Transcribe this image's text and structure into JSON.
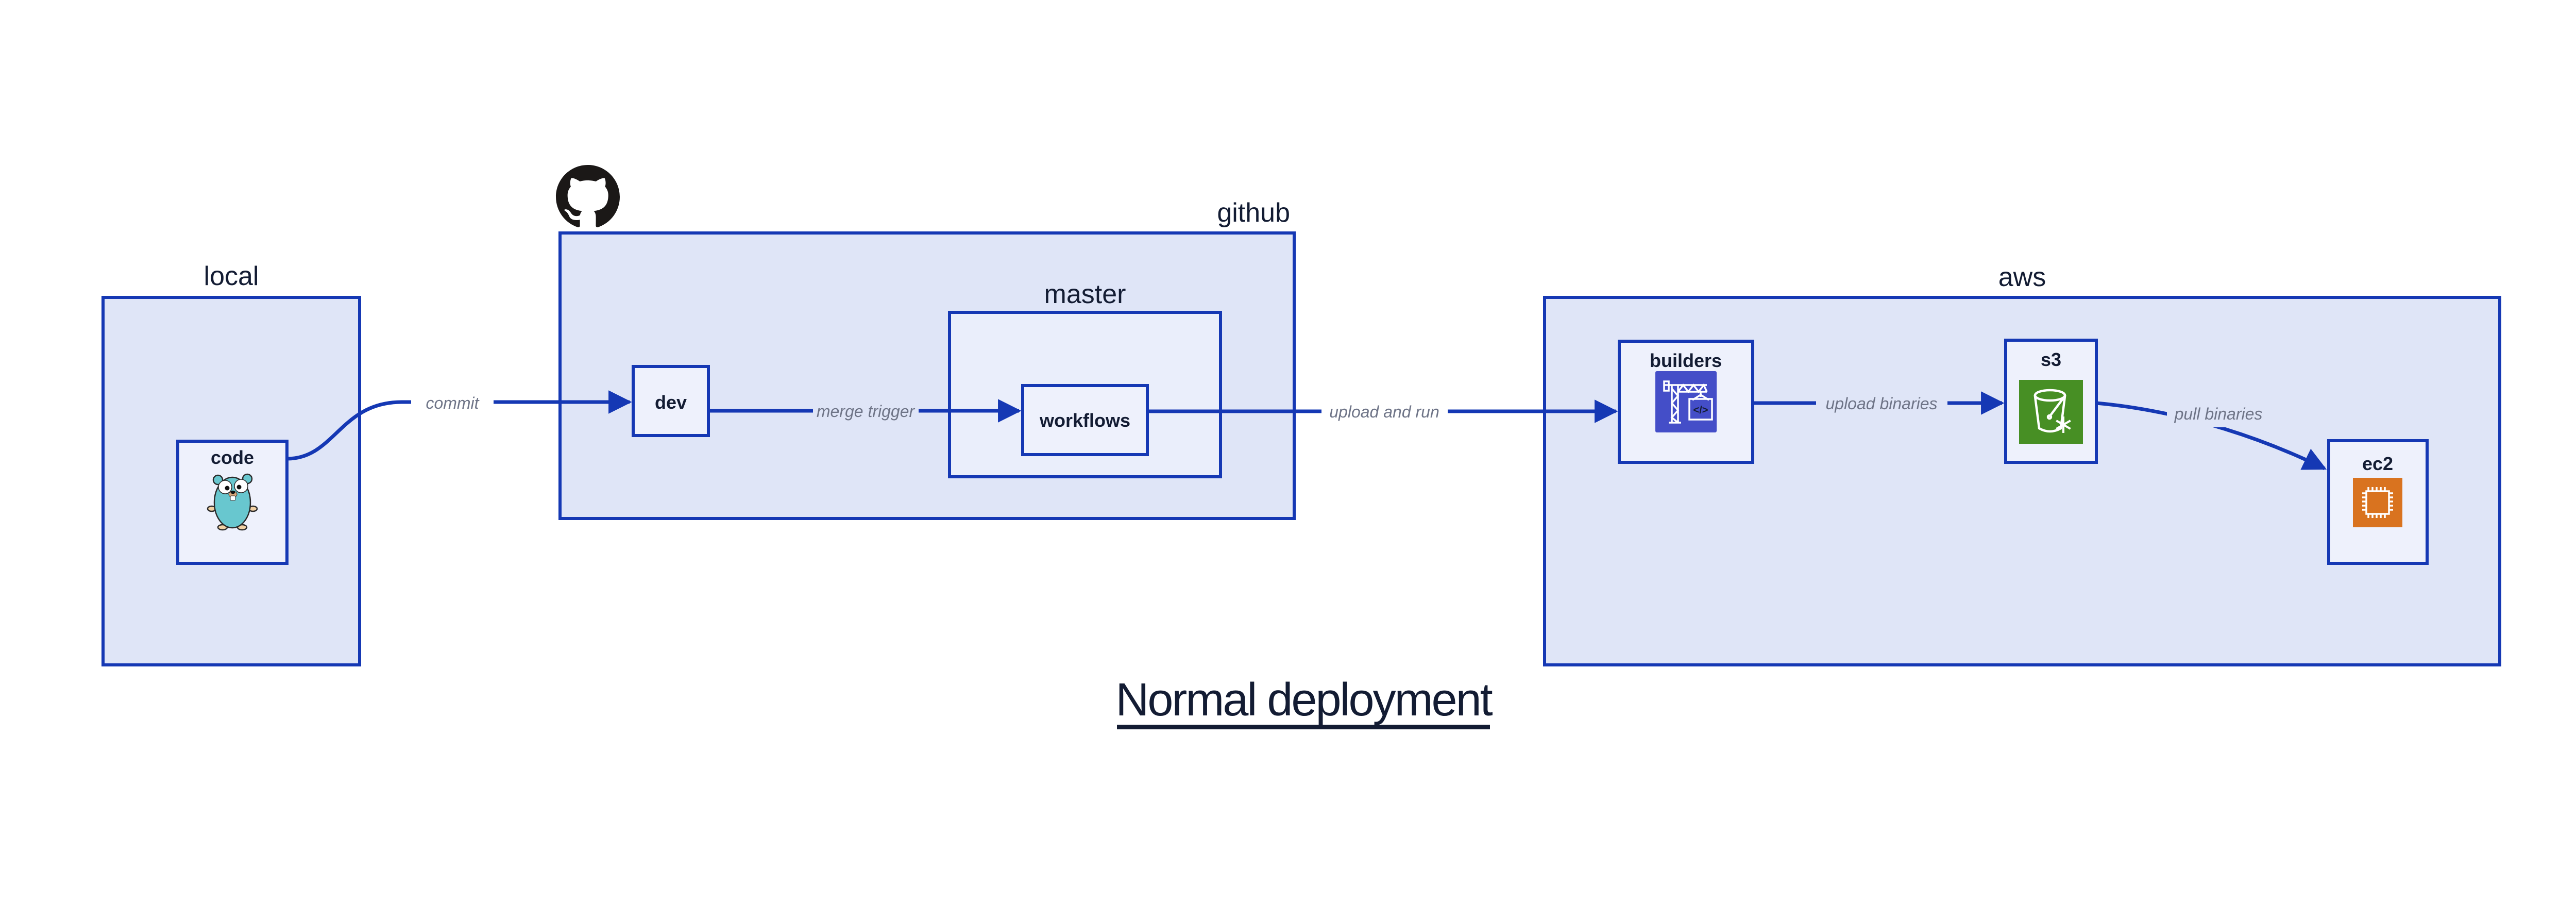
{
  "diagram": {
    "title": "Normal deployment",
    "containers": {
      "local": {
        "label": "local"
      },
      "github": {
        "label": "github"
      },
      "master": {
        "label": "master"
      },
      "aws": {
        "label": "aws"
      }
    },
    "nodes": {
      "code": {
        "label": "code"
      },
      "dev": {
        "label": "dev"
      },
      "workflows": {
        "label": "workflows"
      },
      "builders": {
        "label": "builders"
      },
      "s3": {
        "label": "s3"
      },
      "ec2": {
        "label": "ec2"
      }
    },
    "edges": {
      "commit": {
        "label": "commit"
      },
      "merge_trigger": {
        "label": "merge trigger"
      },
      "upload_and_run": {
        "label": "upload and run"
      },
      "upload_binaries": {
        "label": "upload binaries"
      },
      "pull_binaries": {
        "label": "pull binaries"
      }
    },
    "icons": {
      "github_logo": "octocat-mark",
      "code_node": "go-gopher",
      "builders_node": "codebuild-crane",
      "builders_code_glyph": "</>",
      "s3_node": "bucket-with-snowflake",
      "ec2_node": "chip"
    },
    "colors": {
      "accent_blue": "#1538b4",
      "container_fill": "#dfe5f7",
      "master_fill": "#eaeefb",
      "node_fill": "#eef1fc",
      "text_navy": "#131c33",
      "edge_label_gray": "#6e7487",
      "octocat_black": "#1b1817",
      "builders_icon_bg": "#444ec8",
      "s3_icon_bg": "#478f24",
      "ec2_icon_bg": "#d9731f",
      "gopher_teal": "#68c7cf",
      "gopher_skin": "#f2d1a4"
    }
  }
}
